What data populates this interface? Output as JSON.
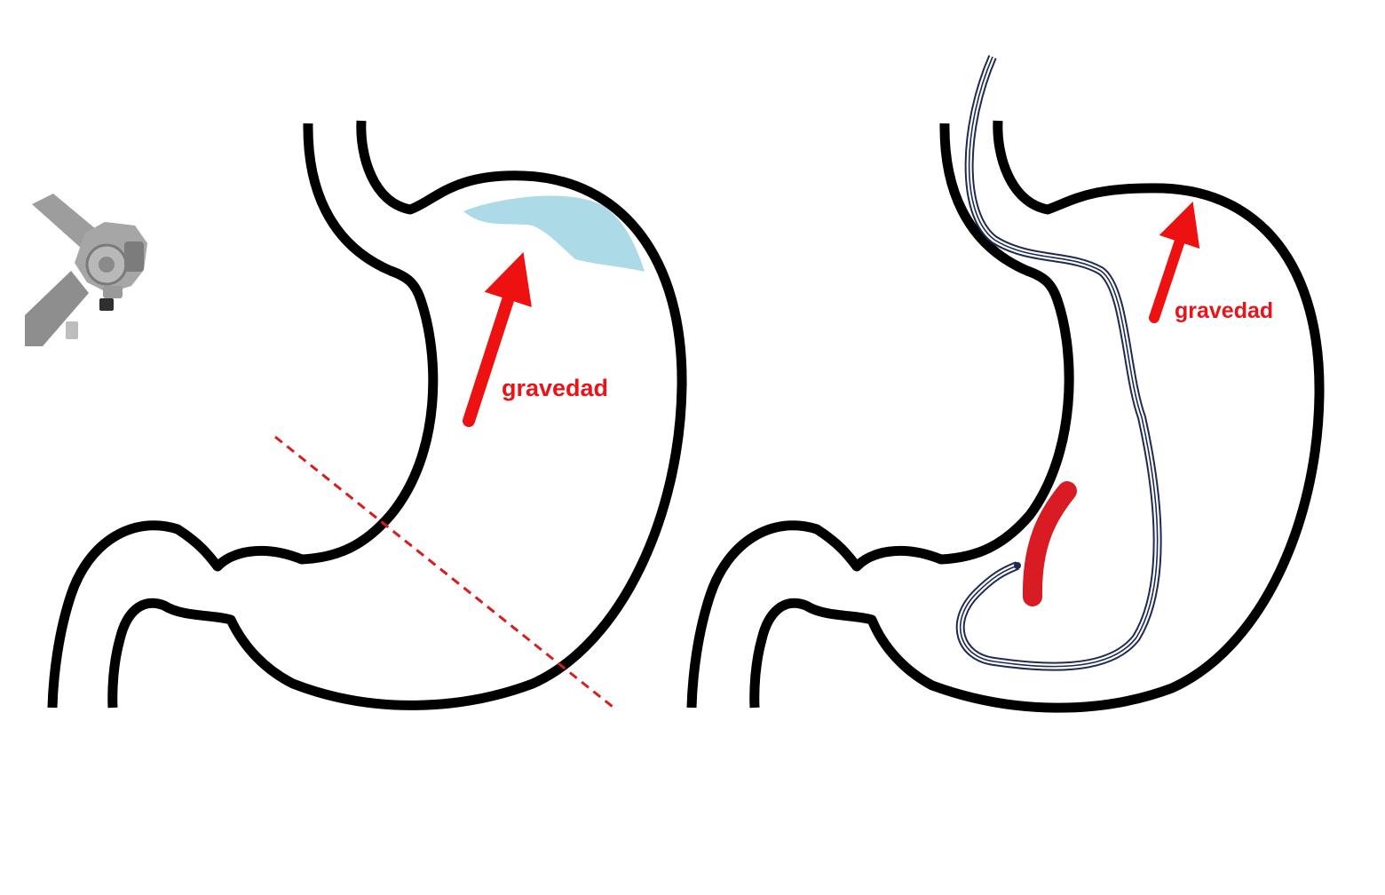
{
  "panels": [
    {
      "id": "left",
      "gravity_label": "gravedad",
      "gravity_label_color": "#e8141a",
      "arrow_color": "#ee1111",
      "fluid_color": "#a8d9e6",
      "cut_line_color": "#d91c1c"
    },
    {
      "id": "right",
      "gravity_label": "gravedad",
      "gravity_label_color": "#e8141a",
      "arrow_color": "#ee1111",
      "lesion_color": "#d91c24",
      "tube_color": "#1e2a52"
    }
  ],
  "icons": {
    "endoscope": "endoscope-icon"
  },
  "colors": {
    "outline": "#000000",
    "background": "#ffffff",
    "endoscope": "#9a9a9a"
  }
}
